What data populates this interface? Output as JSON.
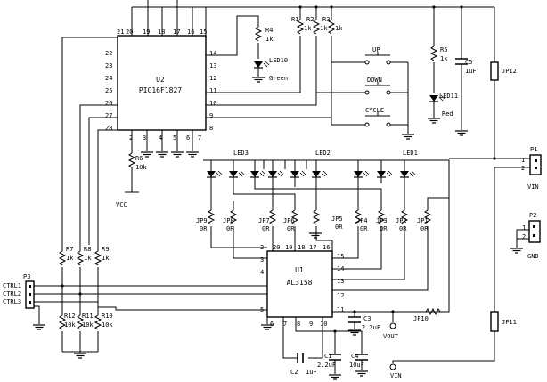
{
  "u2": {
    "ref": "U2",
    "part": "PIC16F1827",
    "pins": {
      "p21": "21",
      "p20": "20",
      "p19": "19",
      "p18": "18",
      "p17": "17",
      "p16": "16",
      "p15": "15",
      "p22": "22",
      "p23": "23",
      "p24": "24",
      "p25": "25",
      "p26": "26",
      "p27": "27",
      "p28": "28",
      "p14": "14",
      "p13": "13",
      "p12": "12",
      "p11": "11",
      "p10": "10",
      "p9": "9",
      "p8": "8",
      "p2": "2",
      "p3": "3",
      "p4": "4",
      "p5": "5",
      "p6": "6",
      "p7": "7"
    }
  },
  "u1": {
    "ref": "U1",
    "part": "AL3158",
    "pins": {
      "p20": "20",
      "p19": "19",
      "p18": "18",
      "p17": "17",
      "p16": "16",
      "p15": "15",
      "p14": "14",
      "p13": "13",
      "p12": "12",
      "p11": "11",
      "p2": "2",
      "p3": "3",
      "p4": "4",
      "p5": "5",
      "p6": "6",
      "p7": "7",
      "p8": "8",
      "p9": "9",
      "p10": "10"
    }
  },
  "resistors": {
    "r1": {
      "ref": "R1",
      "val": "1k"
    },
    "r2": {
      "ref": "R2",
      "val": "1k"
    },
    "r3": {
      "ref": "R3",
      "val": "1k"
    },
    "r4": {
      "ref": "R4",
      "val": "1k"
    },
    "r5": {
      "ref": "R5",
      "val": "1k"
    },
    "r6": {
      "ref": "R6",
      "val": "10k"
    },
    "r7": {
      "ref": "R7",
      "val": "1k"
    },
    "r8": {
      "ref": "R8",
      "val": "1k"
    },
    "r9": {
      "ref": "R9",
      "val": "1k"
    },
    "r10": {
      "ref": "R10",
      "val": "10k"
    },
    "r11": {
      "ref": "R11",
      "val": "10k"
    },
    "r12": {
      "ref": "R12",
      "val": "10k"
    }
  },
  "caps": {
    "c1": {
      "ref": "C1",
      "val": "2.2uF"
    },
    "c2": {
      "ref": "C2",
      "val": "1uF"
    },
    "c3": {
      "ref": "C3",
      "val": "2.2uF"
    },
    "c4": {
      "ref": "C4",
      "val": "10uF"
    },
    "c5": {
      "ref": "C5",
      "val": "1uF"
    }
  },
  "leds": {
    "led10": {
      "ref": "LED10",
      "color": "Green"
    },
    "led11": {
      "ref": "LED11",
      "color": "Red"
    },
    "led1": "LED1",
    "led2": "LED2",
    "led3": "LED3"
  },
  "buttons": {
    "up": "UP",
    "down": "DOWN",
    "cycle": "CYCLE"
  },
  "jumpers": {
    "jp1": "JP1",
    "jp2": "JP2",
    "jp3": "JP3",
    "jp4": "JP4",
    "jp5": "JP5",
    "jp6": "JP6",
    "jp7": "JP7",
    "jp8": "JP8",
    "jp9": "JP9",
    "jp10": "JP10",
    "jp11": "JP11",
    "jp12": "JP12",
    "or": "0R"
  },
  "connectors": {
    "p1": {
      "ref": "P1",
      "pin1": "1",
      "pin2": "2",
      "label": "VIN"
    },
    "p2": {
      "ref": "P2",
      "pin1": "1",
      "pin2": "2",
      "label": "GND"
    },
    "p3": {
      "ref": "P3",
      "ctrl1": "CTRL1",
      "ctrl2": "CTRL2",
      "ctrl3": "CTRL3"
    }
  },
  "nets": {
    "vcc": "VCC",
    "vout": "VOUT",
    "vin": "VIN"
  }
}
